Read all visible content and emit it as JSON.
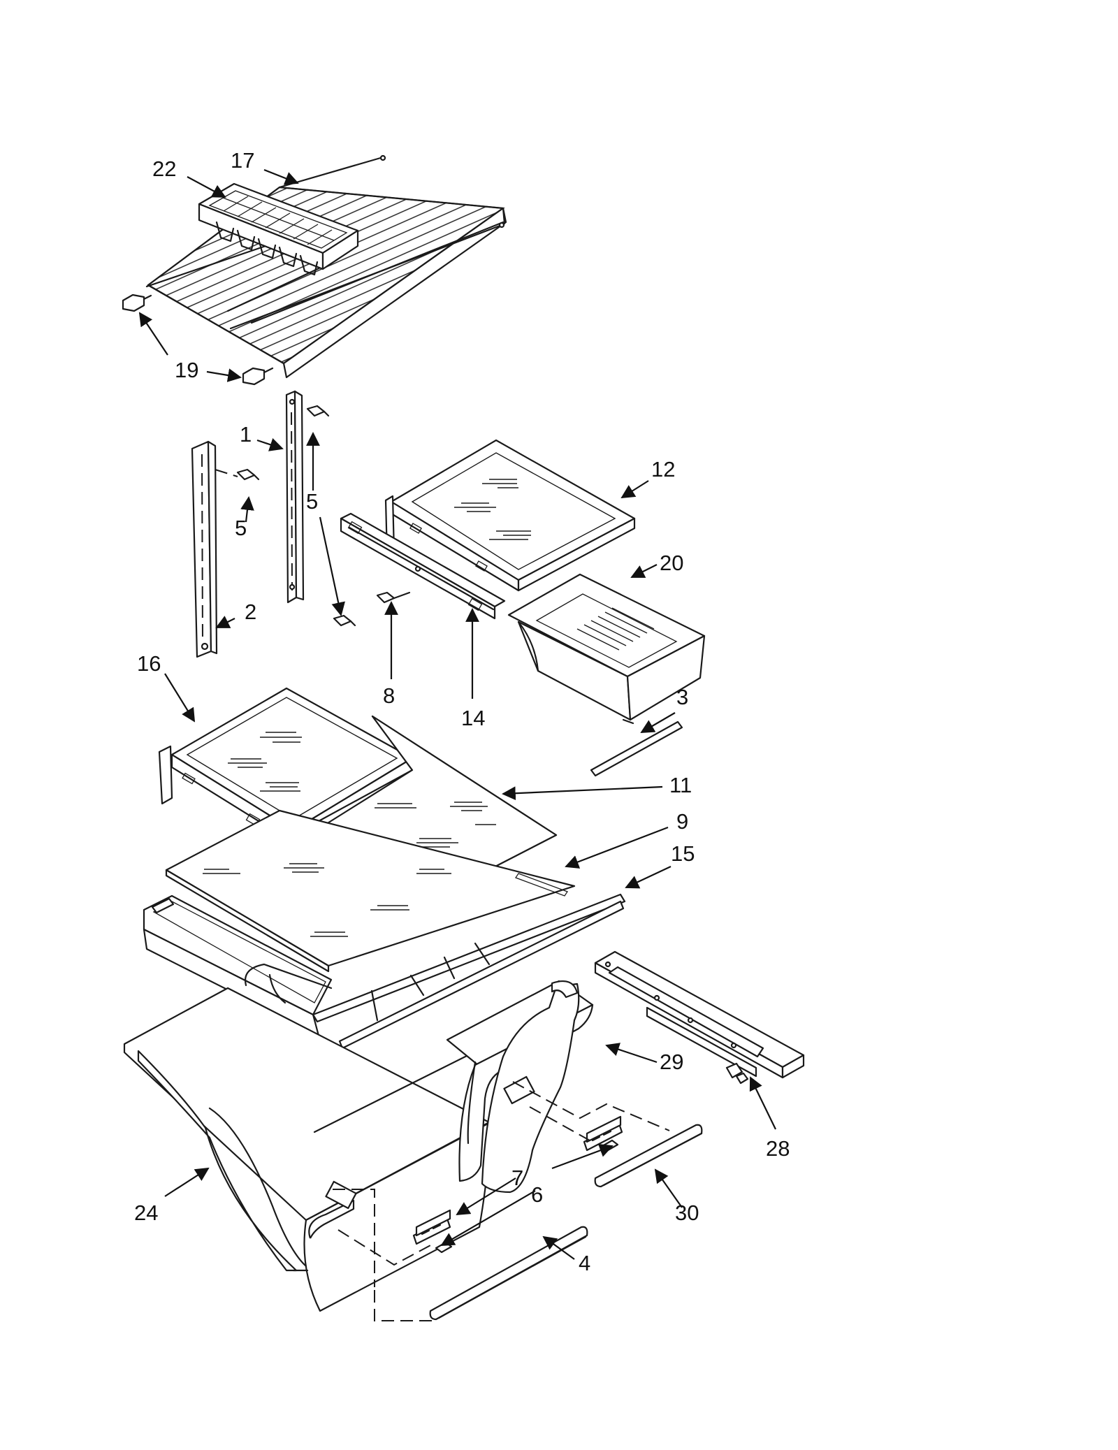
{
  "diagram": {
    "callouts": [
      "22",
      "17",
      "19",
      "1",
      "5",
      "2",
      "12",
      "20",
      "8",
      "14",
      "3",
      "16",
      "11",
      "9",
      "15",
      "29",
      "28",
      "7",
      "6",
      "24",
      "30",
      "4"
    ]
  }
}
